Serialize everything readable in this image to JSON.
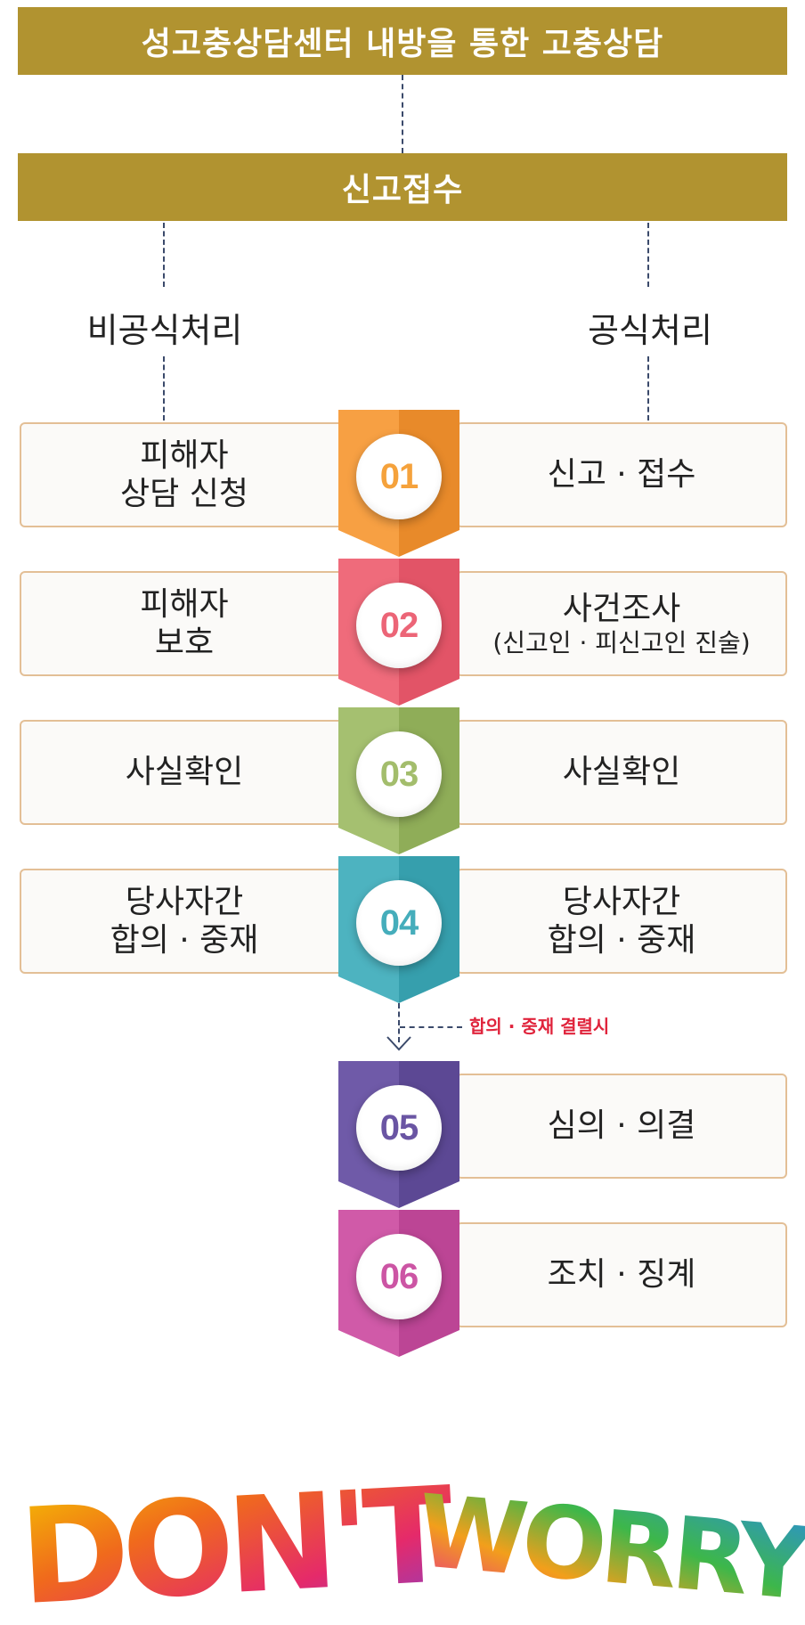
{
  "header": {
    "title": "성고충상담센터 내방을 통한 고충상담"
  },
  "intake": {
    "label": "신고접수"
  },
  "branches": {
    "informal": "비공식처리",
    "formal": "공식처리"
  },
  "steps": [
    {
      "num": "01",
      "color": "#f7a043",
      "color_dark": "#e88a2a",
      "text_color": "#f5a23c",
      "left_lines": [
        "피해자",
        "상담 신청"
      ],
      "right_lines": [
        "신고 · 접수"
      ]
    },
    {
      "num": "02",
      "color": "#ef6b7b",
      "color_dark": "#e25467",
      "text_color": "#ec6577",
      "left_lines": [
        "피해자",
        "보호"
      ],
      "right_lines": [
        "사건조사"
      ],
      "right_sub": "(신고인 · 피신고인 진술)"
    },
    {
      "num": "03",
      "color": "#a5c070",
      "color_dark": "#8fad58",
      "text_color": "#a3bd6c",
      "left_lines": [
        "사실확인"
      ],
      "right_lines": [
        "사실확인"
      ]
    },
    {
      "num": "04",
      "color": "#4db3c0",
      "color_dark": "#369fad",
      "text_color": "#45adbb",
      "left_lines": [
        "당사자간",
        "합의 · 중재"
      ],
      "right_lines": [
        "당사자간",
        "합의 · 중재"
      ]
    },
    {
      "num": "05",
      "color": "#6f5aa8",
      "color_dark": "#5c4894",
      "text_color": "#6a55a3",
      "right_lines": [
        "심의 · 의결"
      ]
    },
    {
      "num": "06",
      "color": "#d05aa8",
      "color_dark": "#bc4595",
      "text_color": "#cc55a4",
      "right_lines": [
        "조치 · 징계"
      ]
    }
  ],
  "note": "합의 · 중재 결렬시",
  "slogan": {
    "word1": "DON'T",
    "word2": "WORRY"
  }
}
